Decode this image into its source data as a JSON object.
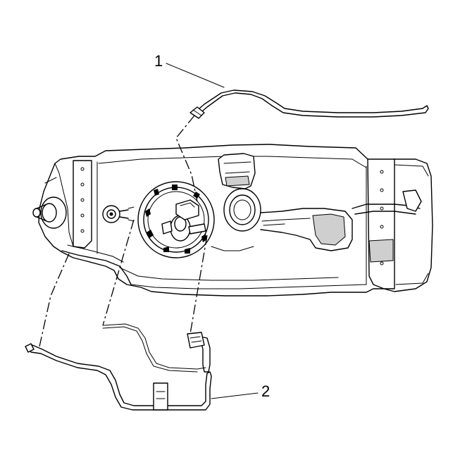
{
  "diagram": {
    "callouts": [
      {
        "id": "1",
        "label": "1"
      },
      {
        "id": "2",
        "label": "2"
      }
    ]
  },
  "colors": {
    "line": "#000000",
    "background": "#ffffff",
    "shade": "#cfcfcf"
  }
}
